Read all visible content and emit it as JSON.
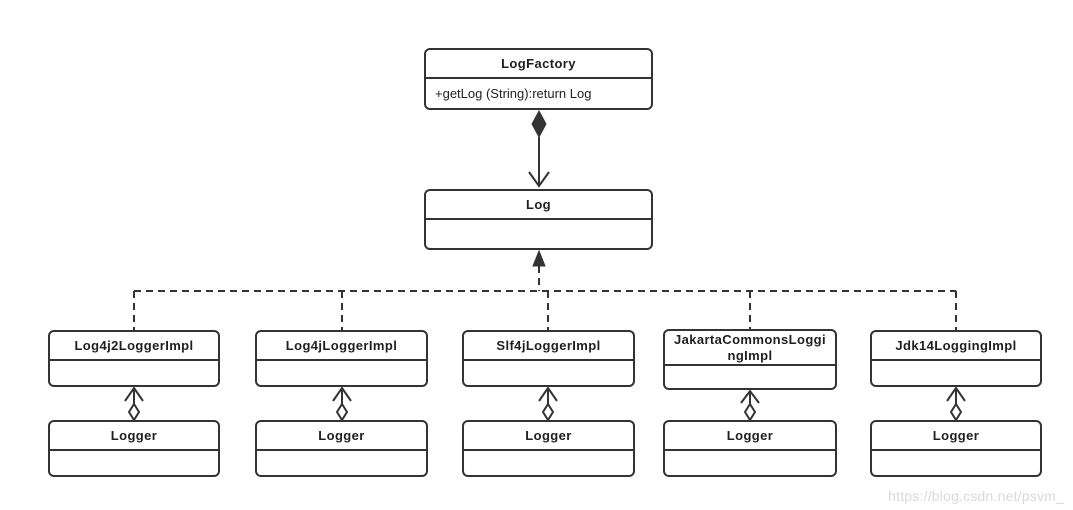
{
  "diagram": {
    "type": "uml-class-diagram",
    "classes": {
      "log_factory": {
        "name": "LogFactory",
        "method": "+getLog (String):return Log"
      },
      "log": {
        "name": "Log"
      },
      "implementations": [
        {
          "name": "Log4j2LoggerImpl"
        },
        {
          "name": "Log4jLoggerImpl"
        },
        {
          "name": "Slf4jLoggerImpl"
        },
        {
          "name": "JakartaCommonsLoggingImpl"
        },
        {
          "name": "Jdk14LoggingImpl"
        }
      ],
      "loggers": [
        {
          "name": "Logger"
        },
        {
          "name": "Logger"
        },
        {
          "name": "Logger"
        },
        {
          "name": "Logger"
        },
        {
          "name": "Logger"
        }
      ]
    },
    "relationships": [
      {
        "from": "LogFactory",
        "to": "Log",
        "type": "composition",
        "style": "solid line, filled diamond at LogFactory, open arrowhead at Log"
      },
      {
        "from": "Log4j2LoggerImpl / Log4jLoggerImpl / Slf4jLoggerImpl / JakartaCommonsLoggingImpl / Jdk14LoggingImpl",
        "to": "Log",
        "type": "realization",
        "style": "dashed lines merging upward into filled arrowhead at Log"
      },
      {
        "from": "Logger",
        "to": "each implementation class",
        "type": "aggregation",
        "style": "open arrowhead at implementation, hollow diamond at Logger"
      }
    ]
  },
  "watermark": {
    "text": "https://blog.csdn.net/psvm_"
  },
  "colors": {
    "line": "#333333",
    "background": "#ffffff",
    "title_text": "#1f1f1f",
    "watermark": "#d9d9d9"
  }
}
